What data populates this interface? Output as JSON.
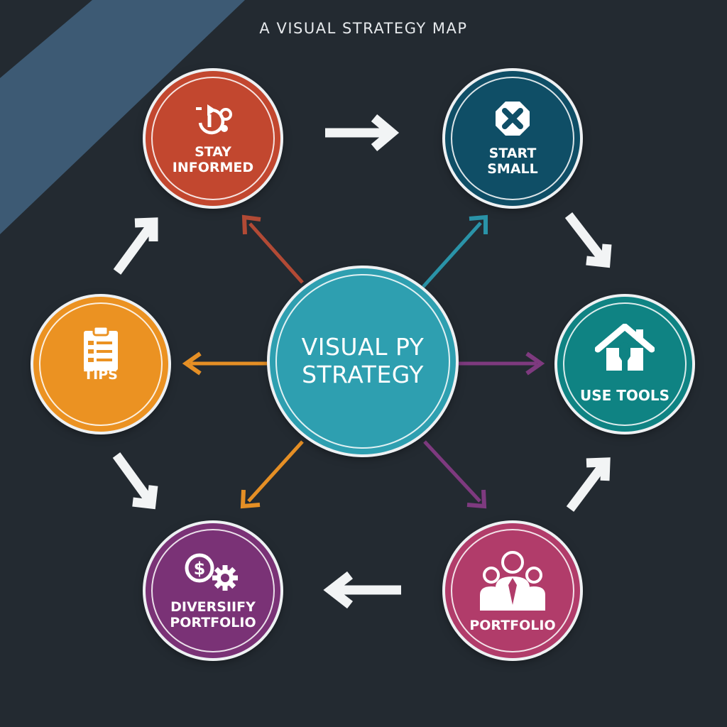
{
  "title": "A VISUAL STRATEGY MAP",
  "colors": {
    "background": "#232a31",
    "corner_band": "#3d5a74",
    "stay_informed": "#c2472f",
    "start_small": "#0f4e66",
    "tips": "#eb9222",
    "center": "#2e9fb0",
    "use_tools": "#0f8383",
    "diversify_portfolio": "#7a3276",
    "portfolio": "#b13c6a",
    "arrow_white": "#f2f4f5",
    "arrow_red": "#b24a35",
    "arrow_teal": "#2a93a8",
    "arrow_orange": "#e58f25",
    "arrow_purple": "#7e3a7f"
  },
  "nodes": {
    "center": {
      "label": "VISUAL PY\nSTRATEGY"
    },
    "stay_informed": {
      "label": "STAY\nINFORMED",
      "icon": "refresh-gears-icon"
    },
    "start_small": {
      "label": "START\nSMALL",
      "icon": "x-octagon-icon"
    },
    "tips": {
      "label": "TIPS",
      "icon": "clipboard-checklist-icon"
    },
    "use_tools": {
      "label": "USE TOOLS",
      "icon": "house-icon"
    },
    "diversify_portfolio": {
      "label": "DIVERSIIFY\nPORTFOLIO",
      "icon": "dollar-gear-icon"
    },
    "portfolio": {
      "label": "PORTFOLIO",
      "icon": "people-icon"
    }
  }
}
